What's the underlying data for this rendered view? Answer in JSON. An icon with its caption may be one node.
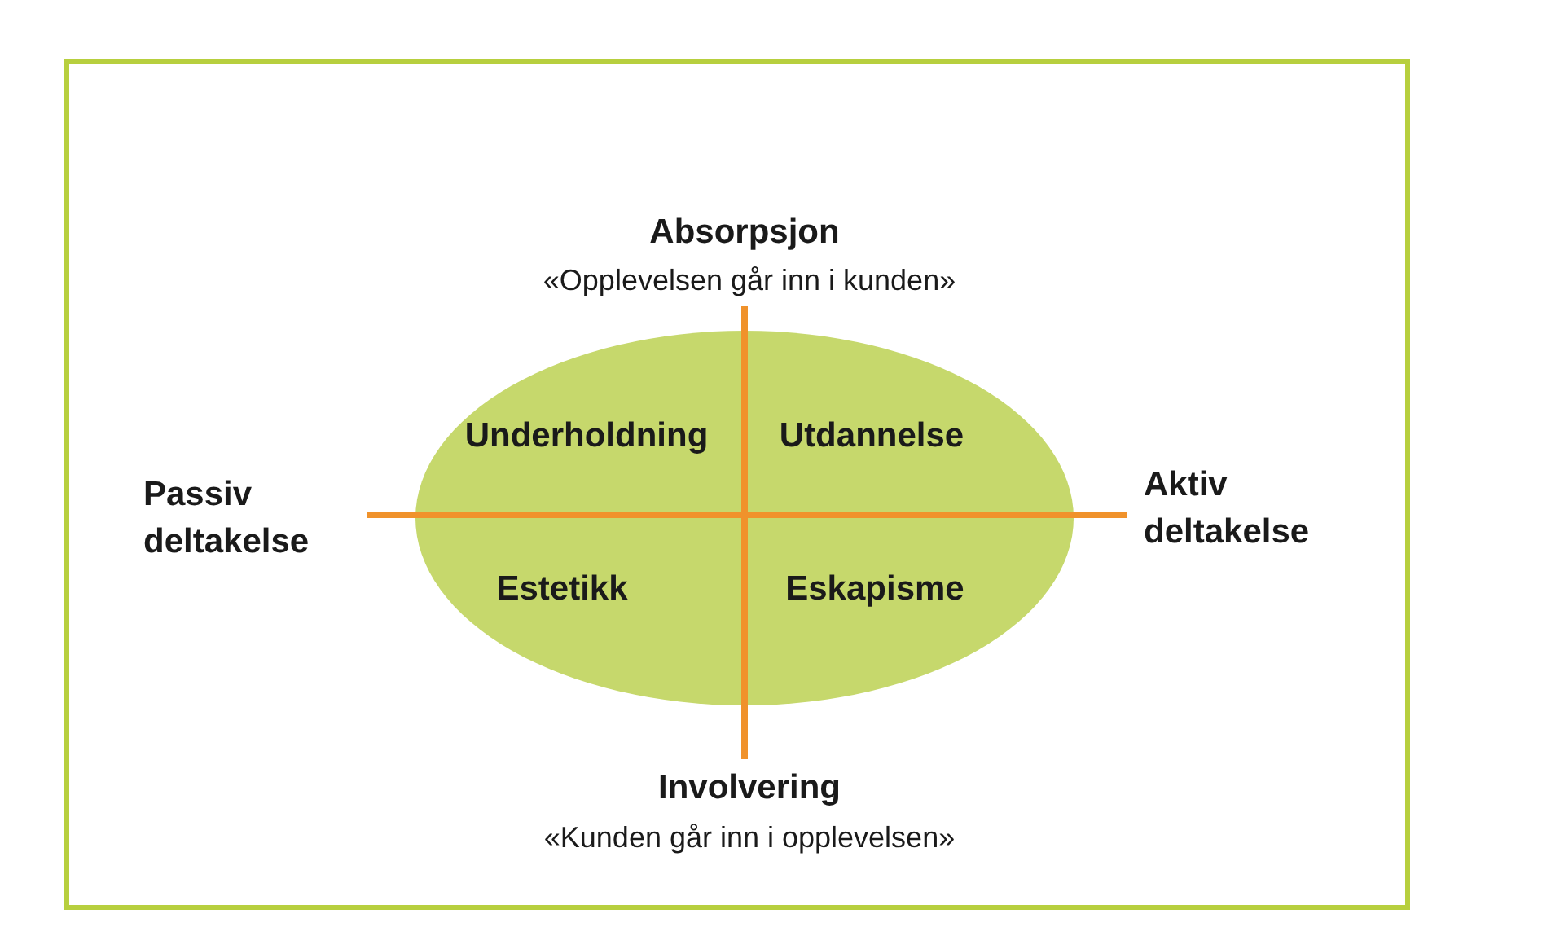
{
  "diagram": {
    "labels": [
      "Absorpsjon",
      "«Opplevelsen går inn i kunden»",
      "Passiv deltakelse",
      "Underholdning",
      "Utdannelse",
      "Aktiv deltakelse",
      "Estetikk",
      "Eskapisme",
      "Involvering",
      "«Kunden går inn i opplevelsen»"
    ]
  }
}
